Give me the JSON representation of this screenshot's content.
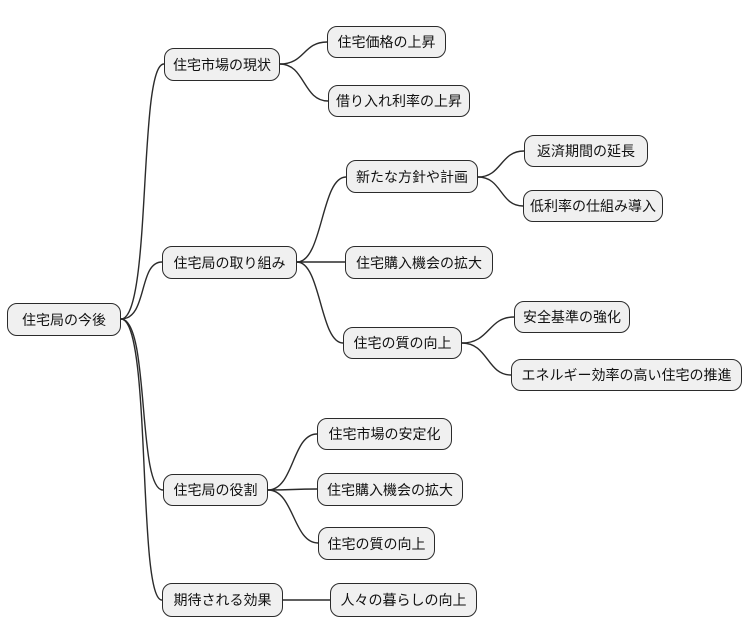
{
  "mindmap": {
    "root": {
      "label": "住宅局の今後"
    },
    "branches": [
      {
        "label": "住宅市場の現状",
        "children": [
          {
            "label": "住宅価格の上昇"
          },
          {
            "label": "借り入れ利率の上昇"
          }
        ]
      },
      {
        "label": "住宅局の取り組み",
        "children": [
          {
            "label": "新たな方針や計画",
            "children": [
              {
                "label": "返済期間の延長"
              },
              {
                "label": "低利率の仕組み導入"
              }
            ]
          },
          {
            "label": "住宅購入機会の拡大"
          },
          {
            "label": "住宅の質の向上",
            "children": [
              {
                "label": "安全基準の強化"
              },
              {
                "label": "エネルギー効率の高い住宅の推進"
              }
            ]
          }
        ]
      },
      {
        "label": "住宅局の役割",
        "children": [
          {
            "label": "住宅市場の安定化"
          },
          {
            "label": "住宅購入機会の拡大"
          },
          {
            "label": "住宅の質の向上"
          }
        ]
      },
      {
        "label": "期待される効果",
        "children": [
          {
            "label": "人々の暮らしの向上"
          }
        ]
      }
    ],
    "colors": {
      "background": "#ffffff",
      "node_fill": "#f0f0f0",
      "node_border": "#2b2b2b",
      "edge": "#2b2b2b"
    }
  }
}
